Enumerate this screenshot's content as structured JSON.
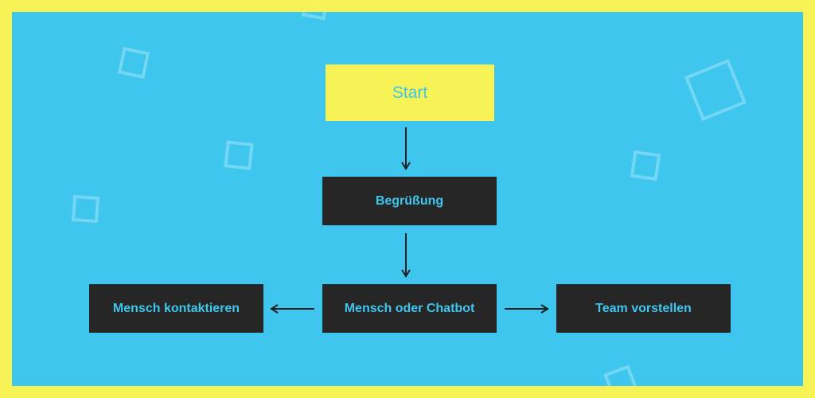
{
  "colors": {
    "frame": "#f7f356",
    "background": "#3ec6ee",
    "node_dark": "#262626",
    "node_start": "#f7f356",
    "node_text": "#3ec6ee",
    "arrow": "#1f1f1f"
  },
  "nodes": {
    "start": "Start",
    "greeting": "Begrüßung",
    "decision": "Mensch oder Chatbot",
    "contact_human": "Mensch kontaktieren",
    "introduce_team": "Team vorstellen"
  },
  "edges": [
    {
      "from": "start",
      "to": "greeting"
    },
    {
      "from": "greeting",
      "to": "decision"
    },
    {
      "from": "decision",
      "to": "contact_human"
    },
    {
      "from": "decision",
      "to": "introduce_team"
    }
  ]
}
